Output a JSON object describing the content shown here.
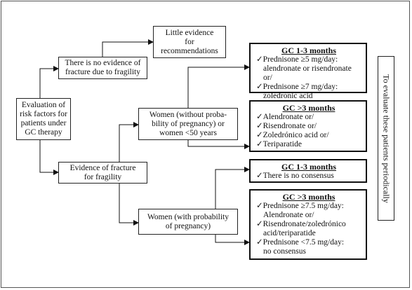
{
  "boxes": {
    "eval": "Evaluation of\nrisk factors for\npatients under\nGC therapy",
    "no_fracture": "There is no evidence of\nfracture due to fragility",
    "little_evidence": "Little evidence\nfor\nrecommendations",
    "fracture": "Evidence of fracture\nfor fragility",
    "women_without": "Women (without proba-\nbility of pregnancy) or\nwomen <50 years",
    "women_with": "Women (with probability\nof pregnancy)"
  },
  "recommendations": {
    "r1": {
      "title": "GC 1-3 months",
      "items": [
        "Prednisone ≥5 mg/day:\nalendronate or risendronate or/",
        "Prednisone ≥7 mg/day:\nzoledronic acid"
      ]
    },
    "r2": {
      "title": "GC >3 months",
      "items": [
        "Alendronate or/",
        "Risendronate or/",
        "Zoledrónico acid or/",
        "Teriparatide"
      ]
    },
    "r3": {
      "title": "GC 1-3 months",
      "items": [
        "There is no consensus"
      ]
    },
    "r4": {
      "title": "GC >3 months",
      "items": [
        "Prednisone ≥7.5 mg/day:\nAlendronate or/",
        "Risendronate/zoledrónico\nacid/teriparatide",
        "Prednisone <7.5 mg/day:\nno consensus"
      ]
    }
  },
  "check_glyph": "✓",
  "side_label": "To evaluate these patients periodically"
}
